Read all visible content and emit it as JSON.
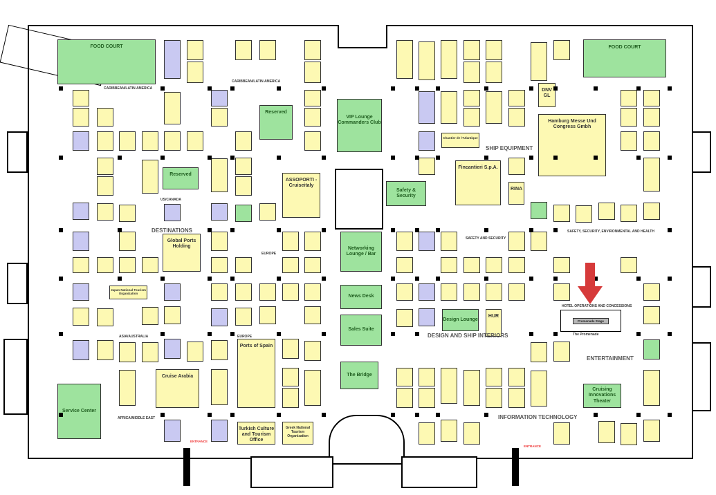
{
  "areas": {
    "food_court_left": "FOOD COURT",
    "food_court_right": "FOOD COURT",
    "vip_lounge": "VIP Lounge Commanders Club",
    "safety_security": "Safety & Security",
    "networking_lounge": "Networking Lounge / Bar",
    "news_desk": "News Desk",
    "sales_suite": "Sales Suite",
    "the_bridge": "The Bridge",
    "reserved_center": "Reserved",
    "reserved_585": "Reserved",
    "service_center": "Service Center",
    "design_lounge": "Design Lounge",
    "cruising_theater": "Cruising Innovations Theater",
    "global_ports": "Global Ports Holding",
    "assoporti": "ASSOPORTI - Cruiseitaly",
    "cruise_arabia": "Cruise Arabia",
    "ports_of_spain": "Ports of Spain",
    "turkish_culture": "Turkish Culture and Tourism Office",
    "greek_tourism": "Greek National Tourism Organization",
    "fincantieri": "Fincantieri S.p.A.",
    "hamburg_messe": "Hamburg Messe Und Congress Gmbh",
    "japan_tourism": "Japan National Tourism Organization",
    "promenade_stage": "Promenade Stage",
    "hur": "HUR",
    "rina": "RINA",
    "dnv_gl": "DNV GL",
    "chantiers": "Chantier de l'Atlantique"
  },
  "sections": {
    "caribbean_1": "CARIBBEAN/LATIN AMERICA",
    "caribbean_2": "CARIBBEAN/LATIN AMERICA",
    "us_canada": "US/CANADA",
    "destinations": "DESTINATIONS",
    "europe_1": "EUROPE",
    "asia_australia": "ASIA/AUSTRALIA",
    "europe_2": "EUROPE",
    "africa_middle_east": "AFRICA/MIDDLE EAST",
    "ship_equipment": "SHIP EQUIPMENT",
    "safety_and_security": "SAFETY AND SECURITY",
    "safety_env_health": "SAFETY, SECURITY, ENVIRONMENTAL AND HEALTH",
    "hotel_operations": "HOTEL OPERATIONS AND CONCESSIONS",
    "the_promenade": "The Promenade",
    "design_interiors": "DESIGN AND SHIP INTERIORS",
    "entertainment": "ENTERTAINMENT",
    "information_technology": "INFORMATION TECHNOLOGY",
    "entrance_left": "ENTRANCE",
    "entrance_right": "ENTRANCE"
  },
  "colors": {
    "booth": "#fdf9b3",
    "booth_alt": "#c9c9f2",
    "feature": "#9ee39e",
    "marker": "#d63a3a"
  }
}
